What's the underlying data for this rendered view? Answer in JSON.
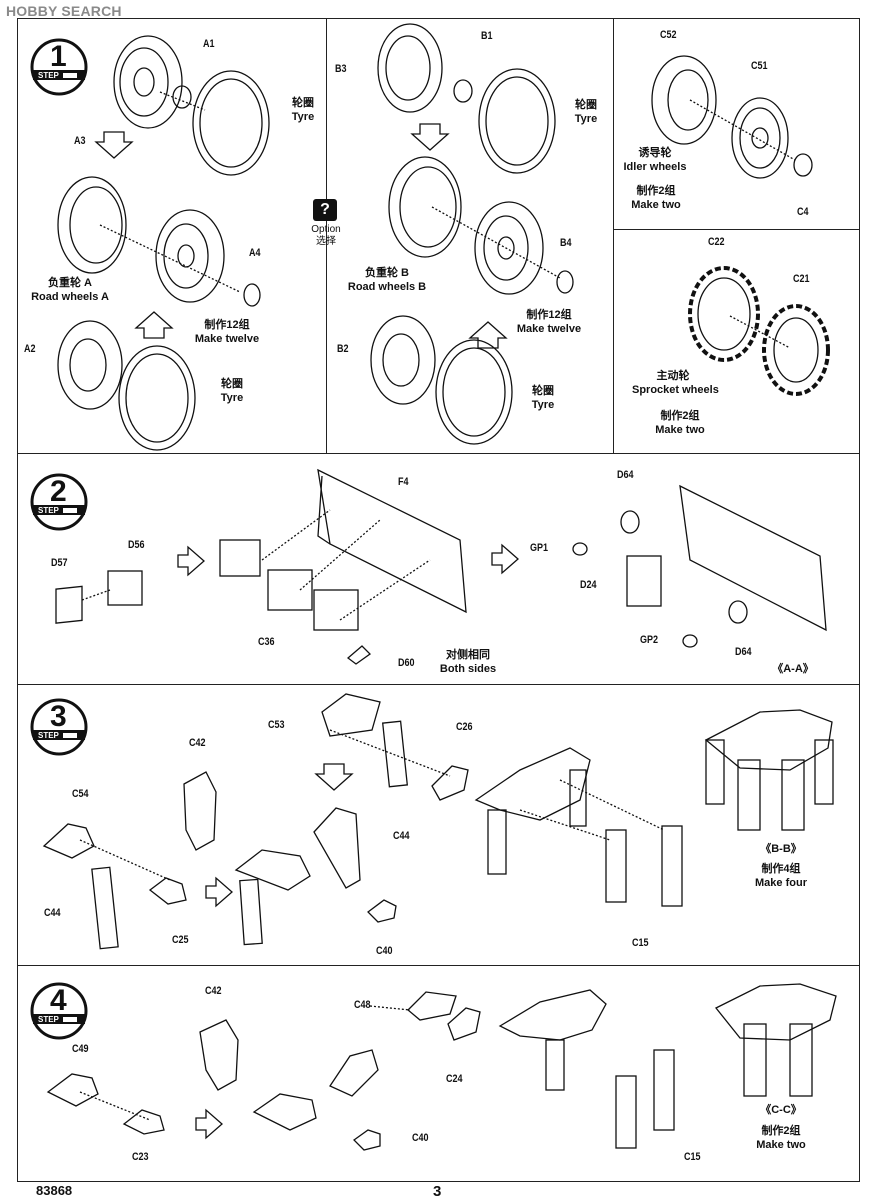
{
  "watermark": "HOBBY SEARCH",
  "footer": {
    "product_code": "83868",
    "page_number": "3"
  },
  "option_label": {
    "en": "Option",
    "cn": "选择"
  },
  "steps": [
    {
      "number": "1",
      "label": "STEP"
    },
    {
      "number": "2",
      "label": "STEP"
    },
    {
      "number": "3",
      "label": "STEP"
    },
    {
      "number": "4",
      "label": "STEP"
    }
  ],
  "step1": {
    "left": {
      "parts": [
        "A1",
        "A3",
        "A4",
        "A2"
      ],
      "tyre_top": {
        "cn": "轮圈",
        "en": "Tyre"
      },
      "wheel_name": {
        "cn": "负重轮 A",
        "en": "Road wheels A"
      },
      "make": {
        "cn": "制作12组",
        "en": "Make twelve"
      },
      "tyre_bottom": {
        "cn": "轮圈",
        "en": "Tyre"
      }
    },
    "right": {
      "parts": [
        "B1",
        "B3",
        "B4",
        "B2"
      ],
      "tyre_top": {
        "cn": "轮圈",
        "en": "Tyre"
      },
      "wheel_name": {
        "cn": "负重轮 B",
        "en": "Road wheels B"
      },
      "make": {
        "cn": "制作12组",
        "en": "Make twelve"
      },
      "tyre_bottom": {
        "cn": "轮圈",
        "en": "Tyre"
      }
    },
    "idler": {
      "parts": [
        "C52",
        "C51",
        "C4"
      ],
      "name": {
        "cn": "诱导轮",
        "en": "Idler wheels"
      },
      "make": {
        "cn": "制作2组",
        "en": "Make two"
      }
    },
    "sprocket": {
      "parts": [
        "C22",
        "C21"
      ],
      "name": {
        "cn": "主动轮",
        "en": "Sprocket wheels"
      },
      "make": {
        "cn": "制作2组",
        "en": "Make two"
      }
    }
  },
  "step2": {
    "parts": [
      "D57",
      "D56",
      "F4",
      "C36",
      "D60",
      "D64",
      "GP1",
      "D24",
      "GP2",
      "D64"
    ],
    "both_sides": {
      "cn": "对侧相同",
      "en": "Both sides"
    },
    "view": "《A-A》"
  },
  "step3": {
    "parts": [
      "C54",
      "C44",
      "C25",
      "C42",
      "C53",
      "C26",
      "C44",
      "C40",
      "C15"
    ],
    "view": "《B-B》",
    "make": {
      "cn": "制作4组",
      "en": "Make four"
    }
  },
  "step4": {
    "parts": [
      "C42",
      "C49",
      "C23",
      "C48",
      "C24",
      "C40",
      "C15"
    ],
    "view": "《C-C》",
    "make": {
      "cn": "制作2组",
      "en": "Make two"
    }
  }
}
